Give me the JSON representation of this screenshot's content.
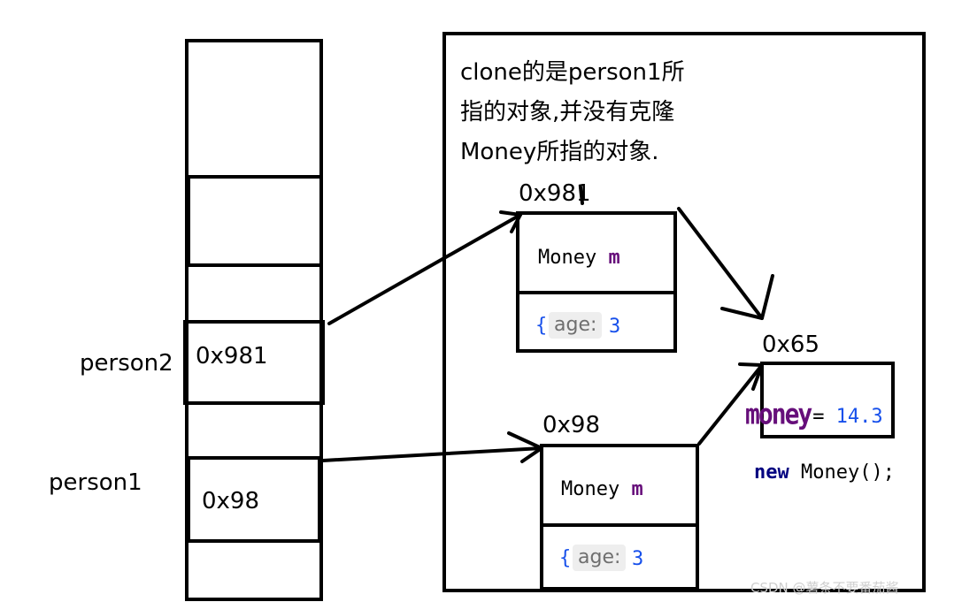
{
  "stack": {
    "person2_label": "person2",
    "person1_label": "person1",
    "person2_addr": "0x981",
    "person1_addr": "0x98"
  },
  "heap": {
    "note_lines": [
      "clone的是person1所",
      "指的对象,并没有克隆",
      "Money所指的对象."
    ],
    "obj_clone": {
      "addr": "0x981",
      "field_type": "Money",
      "field_var": "m",
      "age_label": "age:",
      "age_value": "3",
      "brace": "{"
    },
    "obj_orig": {
      "addr": "0x98",
      "field_type": "Money",
      "field_var": "m",
      "age_label": "age:",
      "age_value": "3",
      "brace": "{"
    },
    "money_obj": {
      "addr": "0x65",
      "field_name": "money",
      "equals": "=",
      "value": "14.3"
    },
    "new_expr": {
      "keyword": "new",
      "rest": "Money();"
    }
  },
  "watermark": "CSDN @薯条不要番茄酱",
  "colors": {
    "stroke": "#000000",
    "keyword": "#000080",
    "variable": "#660e7a",
    "number": "#1750eb",
    "pill_bg": "#eeeeee",
    "watermark": "#d0d0d0"
  }
}
